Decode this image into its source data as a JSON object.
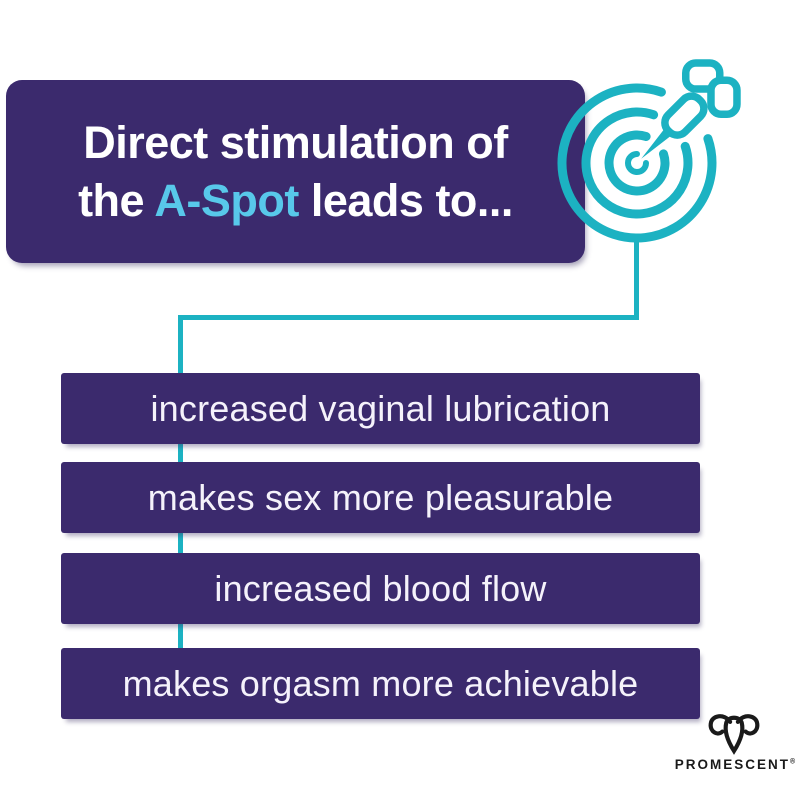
{
  "colors": {
    "purple": "#3b2a6d",
    "teal": "#1cb2c2",
    "highlight_cyan": "#58c8ea",
    "bar_text": "#f5f2fb",
    "logo_ink": "#1a1a1a",
    "background": "#ffffff"
  },
  "header": {
    "line1": "Direct stimulation of",
    "line2_pre": "the ",
    "line2_highlight": "A-Spot",
    "line2_post": " leads to..."
  },
  "benefits": {
    "items": [
      "increased vaginal lubrication",
      "makes sex more pleasurable",
      "increased blood flow",
      "makes orgasm more achievable"
    ]
  },
  "icons": {
    "target": "dartboard-target-with-dart",
    "logo": "promescent-ram-mark"
  },
  "brand": {
    "name": "PROMESCENT",
    "registered": "®"
  }
}
